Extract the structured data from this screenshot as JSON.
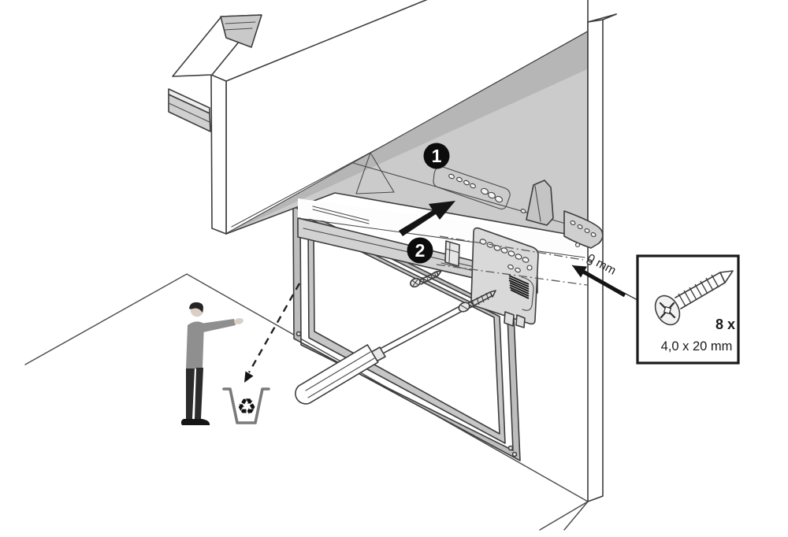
{
  "diagram": {
    "type": "assembly-instruction-step",
    "badges": {
      "step1": "1",
      "step2": "2"
    },
    "labels": {
      "flush_distance": "0 mm"
    },
    "callout": {
      "quantity": "8 x",
      "screw_size": "4,0 x 20 mm"
    },
    "icons": {
      "recycle_symbol": "♻",
      "named": [
        "person-figure",
        "recycle-bin-icon",
        "screwdriver-icon",
        "screw-icon",
        "push-direction-arrow-icon",
        "flush-arrow-icon",
        "discard-arrow-icon"
      ]
    },
    "colors": {
      "outline": "#3d3d3d",
      "rail_light": "#cbcbcb",
      "rail_shadow": "#b6b6b6",
      "frame_gray": "#bdbdbd",
      "badge_bg": "#0c0c0c",
      "badge_text": "#ffffff",
      "background": "#ffffff"
    }
  }
}
